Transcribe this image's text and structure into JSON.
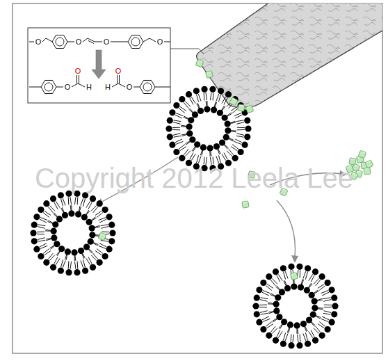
{
  "diagram": {
    "labels": [
      "O",
      "O",
      "O",
      "O",
      "O",
      "O",
      "H",
      "H",
      "O",
      "O",
      "Copyright 2012 Leela Lee"
    ]
  }
}
